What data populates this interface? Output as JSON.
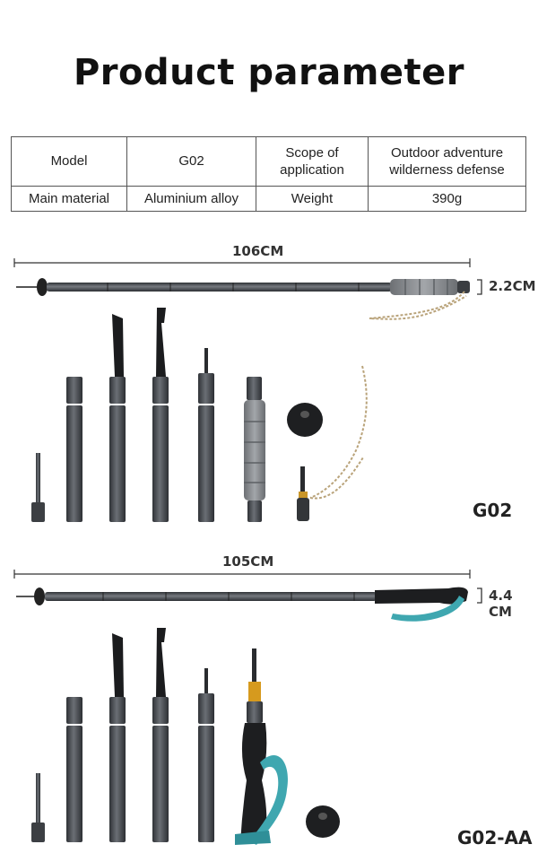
{
  "page_title": "Product parameter",
  "spec_table": {
    "row1": {
      "label_1": "Model",
      "value_1": "G02",
      "label_2": "Scope of application",
      "value_2": "Outdoor adventure wilderness defense"
    },
    "row2": {
      "label_1": "Main material",
      "value_1": "Aluminium alloy",
      "label_2": "Weight",
      "value_2": "390g"
    }
  },
  "products": [
    {
      "length_label": "106CM",
      "diameter_label": "2.2CM",
      "model_label": "G02"
    },
    {
      "length_label": "105CM",
      "diameter_label": "4.4 CM",
      "model_label": "G02-AA"
    }
  ],
  "colors": {
    "metal": "#4a4d52",
    "foam_grip": "#8a8d91",
    "strap": "#3fa7b0",
    "collar": "#d69a1e"
  }
}
